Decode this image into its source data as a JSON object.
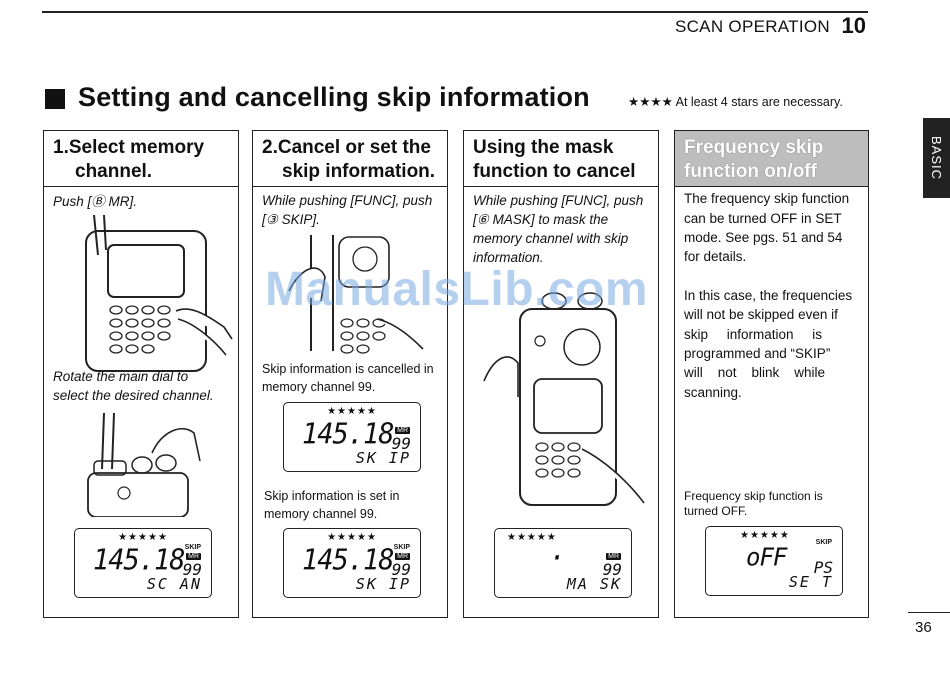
{
  "header": {
    "section_title": "SCAN OPERATION",
    "chapter_number": "10"
  },
  "section": {
    "title": "Setting and cancelling skip information",
    "note": "★★★★ At least 4 stars are necessary."
  },
  "side_tab": "BASIC",
  "page_number": "36",
  "watermark": "ManualsLib.com",
  "panels": {
    "p1": {
      "title_line1": "1.Select memory",
      "title_line2": "channel.",
      "step1": "Push [Ⓑ MR].",
      "step2_line1": "Rotate the main dial to",
      "step2_line2": "select the desired channel.",
      "lcd": {
        "stars": "★★★★★",
        "freq": "145.18",
        "skip": "SKIP",
        "mr": "MR",
        "channel": "99",
        "mode": "SC AN"
      }
    },
    "p2": {
      "title_line1": "2.Cancel or set the",
      "title_line2": "skip information.",
      "instr_line1": "While pushing [FUNC], push",
      "instr_line2": "[③ SKIP].",
      "caption1_line1": "Skip information is cancelled in",
      "caption1_line2": "memory channel 99.",
      "lcd1": {
        "stars": "★★★★★",
        "freq": "145.18",
        "mr": "MR",
        "channel": "99",
        "mode": "SK IP"
      },
      "caption2_line1": "Skip information is set in",
      "caption2_line2": "memory channel 99.",
      "lcd2": {
        "stars": "★★★★★",
        "freq": "145.18",
        "skip": "SKIP",
        "mr": "MR",
        "channel": "99",
        "mode": "SK IP"
      }
    },
    "p3": {
      "title_line1": "Using the mask",
      "title_line2": "function to cancel",
      "instr_line1": "While pushing [FUNC], push",
      "instr_line2": "[⑥ MASK] to mask the",
      "instr_line3": "memory channel with skip",
      "instr_line4": "information.",
      "lcd": {
        "stars": "★★★★★",
        "freq": "·",
        "mr": "MR",
        "channel": "99",
        "mode": "MA SK"
      }
    },
    "p4": {
      "title_line1": "Frequency skip",
      "title_line2": "function on/off",
      "body1_line1": "The frequency skip function",
      "body1_line2": "can be turned OFF in SET",
      "body1_line3": "mode.  See pgs. 51 and 54",
      "body1_line4": "for details.",
      "body2_line1": "In this case, the frequencies",
      "body2_line2": "will not be skipped even if",
      "body2_line3": "skip     information     is",
      "body2_line4": "programmed and “SKIP”",
      "body2_line5": "will    not    blink    while",
      "body2_line6": "scanning.",
      "caption_line1": "Frequency skip function is",
      "caption_line2": "turned OFF.",
      "lcd": {
        "stars": "★★★★★",
        "freq": "oFF",
        "skip": "SKIP",
        "channel": "PS",
        "mode": "SE T"
      }
    }
  }
}
